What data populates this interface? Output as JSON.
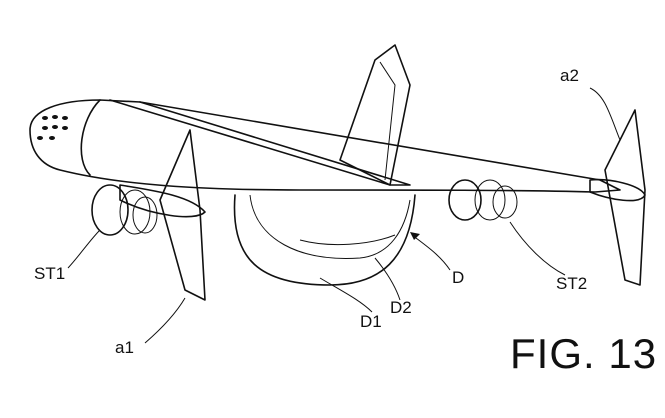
{
  "figure": {
    "title": "FIG. 13",
    "labels": {
      "a1": "a1",
      "a2": "a2",
      "st1": "ST1",
      "st2": "ST2",
      "d": "D",
      "d1": "D1",
      "d2": "D2"
    }
  }
}
